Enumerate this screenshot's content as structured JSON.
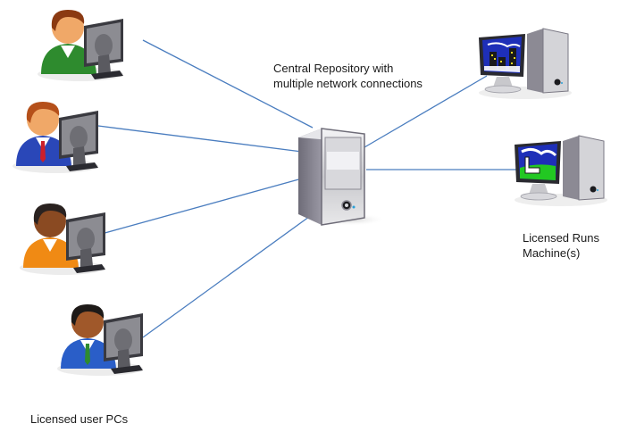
{
  "labels": {
    "central_repository": [
      "Central Repository with",
      "multiple network connections"
    ],
    "runs_machines": [
      "Licensed Runs",
      "Machine(s)"
    ],
    "user_pcs": "Licensed user PCs"
  },
  "nodes": {
    "users": [
      {
        "name": "user-pc-1",
        "shirt": "#2e8b2e",
        "hair": "#8b3a12",
        "skin": "#f0a868",
        "tie": null
      },
      {
        "name": "user-pc-2",
        "shirt": "#2a47b8",
        "hair": "#b5501a",
        "skin": "#f0a868",
        "tie": "#cc1f2a"
      },
      {
        "name": "user-pc-3",
        "shirt": "#f08a14",
        "hair": "#2a2220",
        "skin": "#8a4a22",
        "tie": null
      },
      {
        "name": "user-pc-4",
        "shirt": "#2a5ec8",
        "hair": "#1e1a18",
        "skin": "#a0582a",
        "tie": "#2e8b2e"
      }
    ],
    "server": {
      "name": "central-repository-server"
    },
    "runs": [
      {
        "name": "runs-machine-1",
        "screen": "night-city"
      },
      {
        "name": "runs-machine-2",
        "screen": "factory"
      }
    ]
  },
  "colors": {
    "connection_line": "#4a7dbf"
  }
}
